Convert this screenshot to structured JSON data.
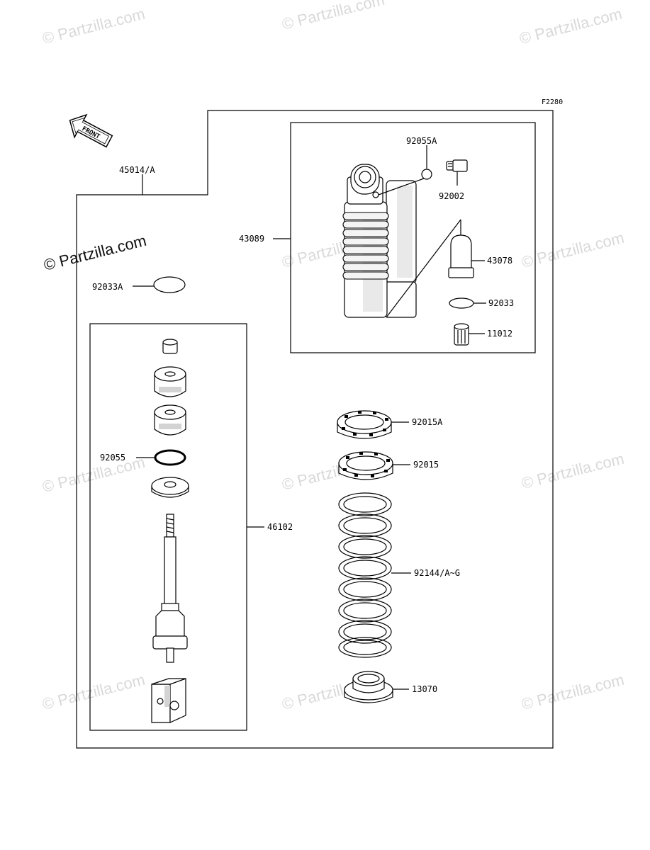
{
  "diagram_code": "F2280",
  "front_label": "FRONT",
  "watermark": "© Partzilla.com",
  "parts": {
    "shock_assembly": "45014/A",
    "oil_seal_a": "92055A",
    "valve": "92002",
    "reservoir_bladder": "43078",
    "reservoir_body": "43089",
    "circlip": "92033",
    "cap": "11012",
    "circlip_a": "92033A",
    "o_ring": "92055",
    "piston_rod_assembly": "46102",
    "nut_a": "92015A",
    "nut": "92015",
    "spring": "92144/A~G",
    "spring_guide": "13070"
  }
}
